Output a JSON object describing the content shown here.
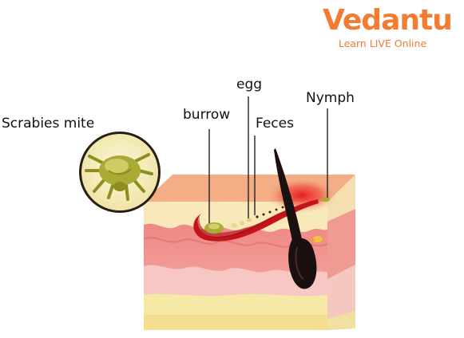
{
  "brand": {
    "name": "Vedantu",
    "tagline": "Learn LIVE Online",
    "color": "#f47b30"
  },
  "labels": {
    "scabies_mite": "Scrabies mite",
    "burrow": "burrow",
    "egg": "egg",
    "feces": "Feces",
    "nymph": "Nymph"
  },
  "colors": {
    "skin_top": "#f3ae86",
    "epidermis_band": "#f9e8b9",
    "dermis": "#f08f8a",
    "subcutis_light": "#f6c7c3",
    "fat_layer": "#f6e9a6",
    "burrow_red": "#c4131a",
    "hair": "#1b1010",
    "mite_green": "#a9ab36",
    "inset_background": "#f8f2c8"
  }
}
